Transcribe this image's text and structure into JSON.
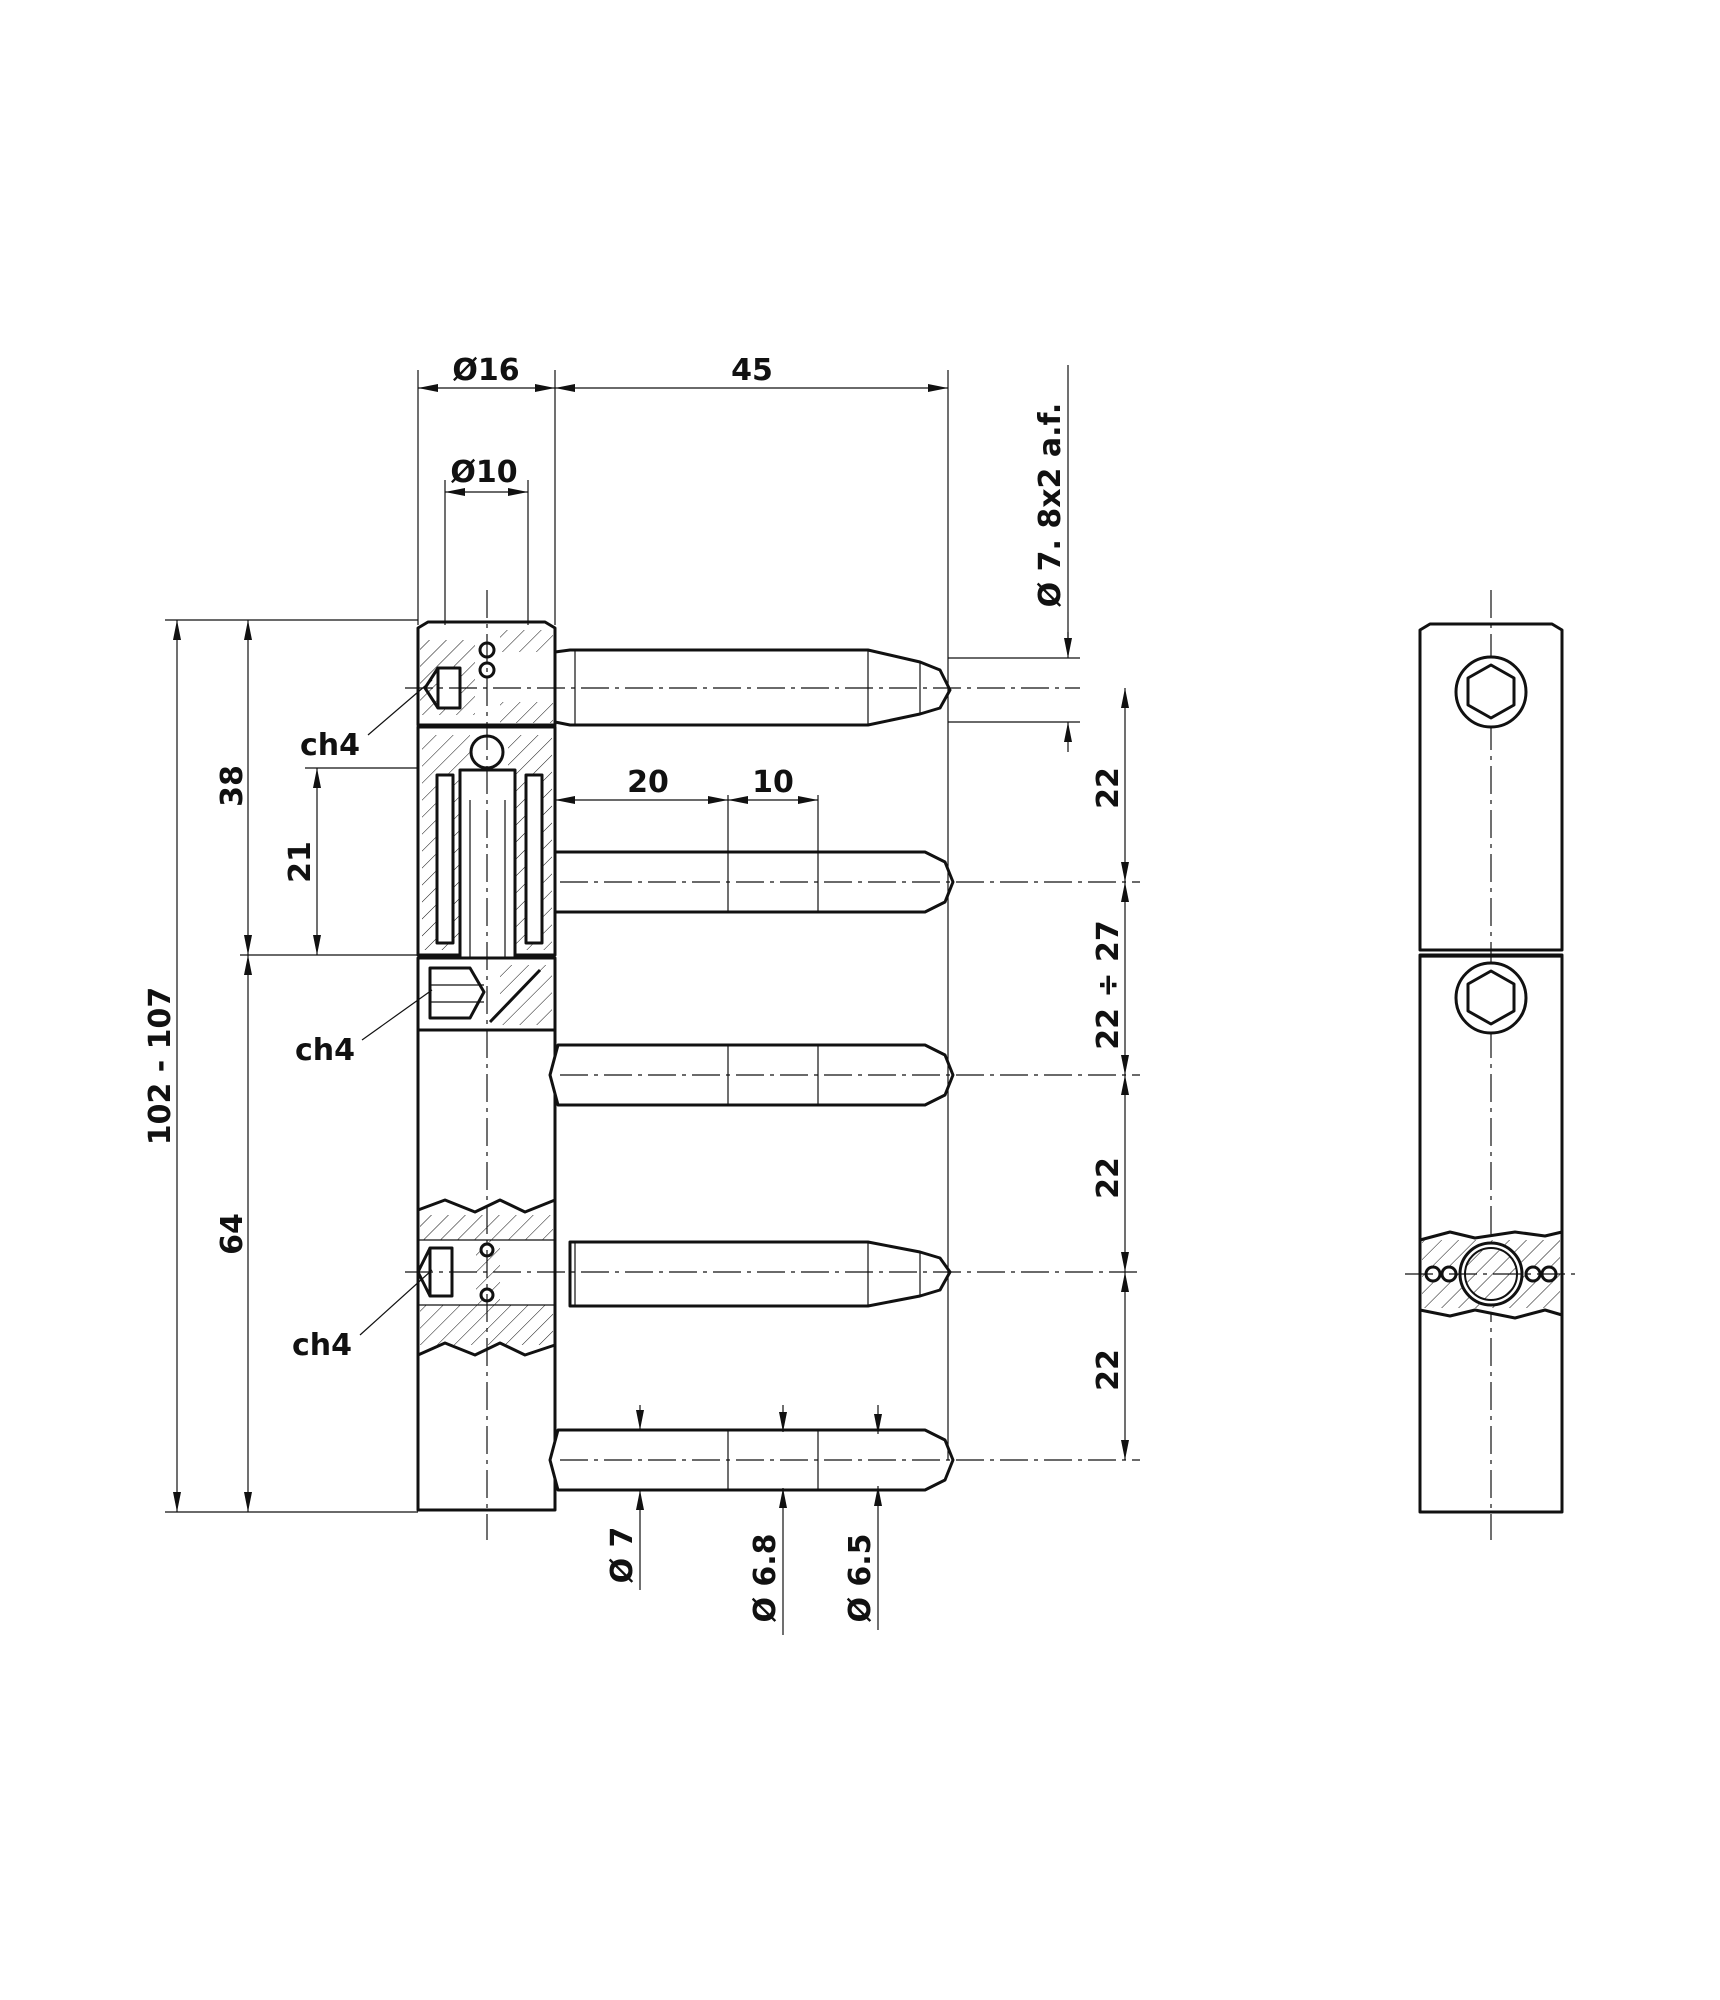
{
  "colors": {
    "line": "#111111",
    "background": "#ffffff"
  },
  "dimensions": {
    "diameter_knuckle": "Ø16",
    "diameter_bore": "Ø10",
    "pin_length": "45",
    "pin_section_1": "20",
    "pin_section_2": "10",
    "upper_height": "38",
    "insert_depth": "21",
    "lower_height": "64",
    "total_height": "102  -  107",
    "top_pin_diameter": "Ø 7. 8x2 a.f.",
    "spacing_1": "22",
    "spacing_2": "22 ÷ 27",
    "spacing_3": "22",
    "spacing_4": "22",
    "pin_diameter_1": "Ø 7",
    "pin_diameter_2": "Ø 6.8",
    "pin_diameter_3": "Ø 6.5"
  },
  "labels": {
    "hex_key_1": "ch4",
    "hex_key_2": "ch4",
    "hex_key_3": "ch4"
  },
  "icons": [
    "hex-socket-icon"
  ]
}
